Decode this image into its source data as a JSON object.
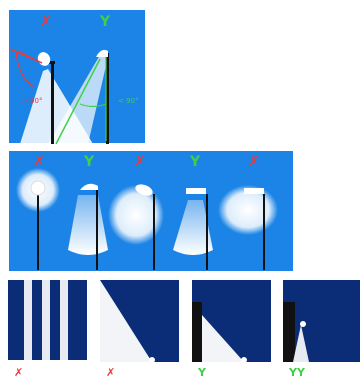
{
  "colors": {
    "sky": "#1c84e6",
    "dark_sky": "#0b2d77",
    "good": "#3fd04a",
    "bad": "#e83a3a",
    "beam": "#ffffff",
    "pole": "#111111"
  },
  "top_panel": {
    "marks": {
      "left": "✗",
      "right": "Y"
    },
    "angle_left": "> 90°",
    "angle_right": "< 90°"
  },
  "middle_panel": {
    "marks": [
      "✗",
      "Y",
      "✗",
      "Y",
      "✗"
    ]
  },
  "bottom_panel": {
    "marks": [
      "✗",
      "✗",
      "Y",
      "YY"
    ]
  }
}
